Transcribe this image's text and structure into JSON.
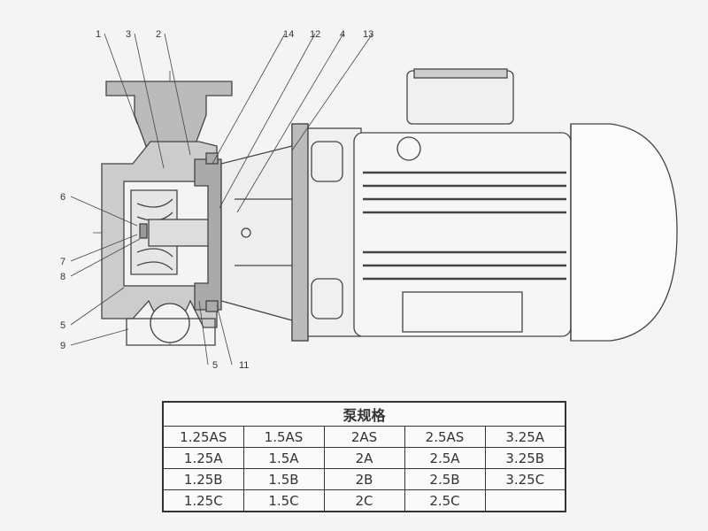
{
  "callouts": {
    "top": [
      "1",
      "3",
      "2",
      "14",
      "12",
      "4",
      "13"
    ],
    "left": [
      "6",
      "7",
      "8",
      "5",
      "9"
    ],
    "bottom": [
      "5",
      "11"
    ]
  },
  "table": {
    "title": "泵规格",
    "rows": [
      [
        "1.25AS",
        "1.5AS",
        "2AS",
        "2.5AS",
        "3.25A"
      ],
      [
        "1.25A",
        "1.5A",
        "2A",
        "2.5A",
        "3.25B"
      ],
      [
        "1.25B",
        "1.5B",
        "2B",
        "2.5B",
        "3.25C"
      ],
      [
        "1.25C",
        "1.5C",
        "2C",
        "2.5C",
        ""
      ]
    ]
  }
}
